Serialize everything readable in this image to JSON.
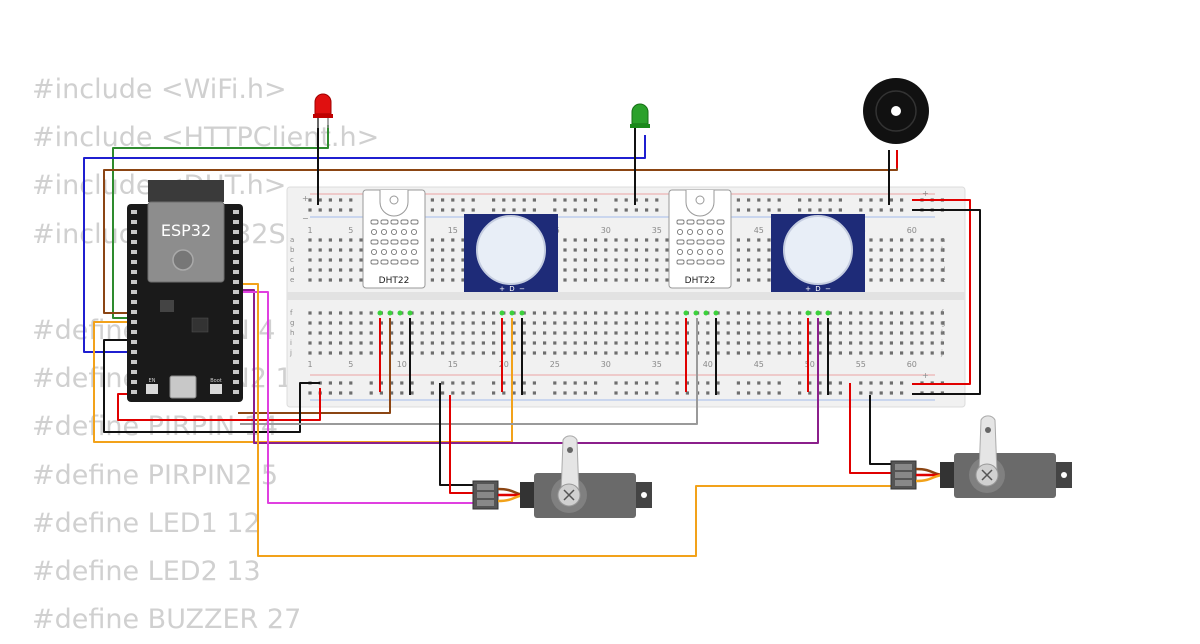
{
  "code_lines": [
    "#include <WiFi.h>",
    "#include <HTTPClient.h>",
    "#include <DHT.h>",
    "#include <ESP32Servo.h>",
    "",
    "#define DHTPIN 4",
    "#define DHTPIN2 15",
    "#define PIRPIN 14",
    "#define PIRPIN2 5",
    "#define LED1 12",
    "#define LED2 13",
    "#define BUZZER 27"
  ],
  "esp32": {
    "label": "ESP32",
    "boot_label": "Boot",
    "en_label": "EN"
  },
  "breadboard": {
    "column_numbers": [
      "1",
      "5",
      "10",
      "15",
      "20",
      "25",
      "30",
      "35",
      "40",
      "45",
      "50",
      "55",
      "60"
    ],
    "row_letters_top": [
      "a",
      "b",
      "c",
      "d",
      "e"
    ],
    "row_letters_bottom": [
      "f",
      "g",
      "h",
      "i",
      "j"
    ],
    "plus": "+",
    "minus": "−"
  },
  "sensors": {
    "dht_label": "DHT22",
    "pir_pins": [
      "+",
      "D",
      "−"
    ]
  },
  "colors": {
    "wire_red": "#e00000",
    "wire_black": "#111111",
    "wire_green": "#2e8b2e",
    "wire_blue": "#1f1fd0",
    "wire_brown": "#8b4513",
    "wire_orange": "#f2a21a",
    "wire_magenta": "#e040e0",
    "wire_purple": "#8b1f8b",
    "wire_gray": "#9a9a9a",
    "pir_board": "#1e2b78",
    "esp_board": "#1a1a1a",
    "led_red": "#e01010",
    "led_green": "#2aa12a"
  }
}
